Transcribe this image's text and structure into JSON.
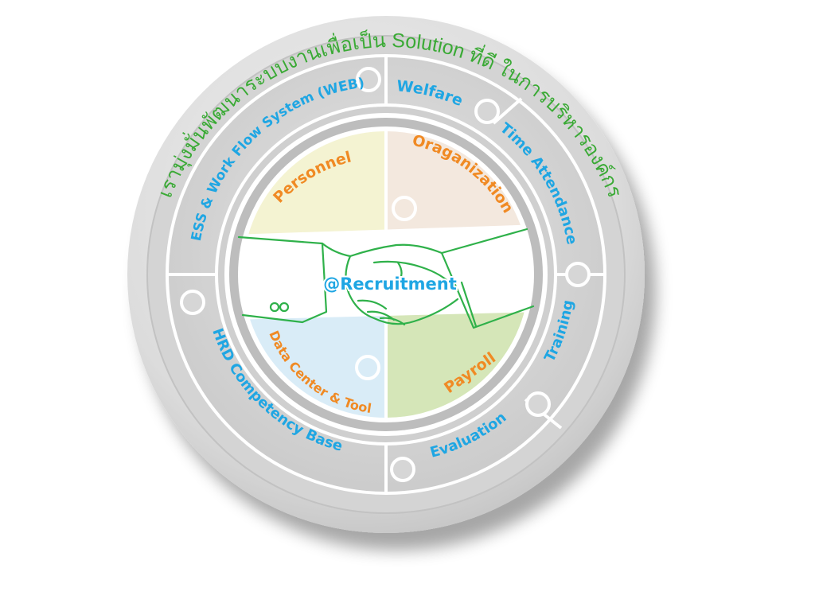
{
  "tagline": "เรามุ่งมั่นพัฒนาระบบงานเพื่อเป็น Solution ที่ดี ในการบริหารองค์กร",
  "outer_ring_items": [
    "Welfare",
    "Time Attendance",
    "Training",
    "Evaluation",
    "HRD Competency Base",
    "ESS & Work Flow System (WEB)"
  ],
  "inner_modules": {
    "top_left": "Personnel",
    "top_right": "Oraganization",
    "bottom_left": "Data Center & Tool",
    "bottom_right": "Payroll",
    "center": "@Recruitment"
  },
  "colors": {
    "outer_ring_text": "#1fa6e3",
    "module_text": "#f08a24",
    "tagline_text": "#3aaa35",
    "handshake_line": "#2fb14a",
    "quadrant_top_left": "#f4f3d2",
    "quadrant_top_right": "#f3e8de",
    "quadrant_bottom_left": "#d9ecf7",
    "quadrant_bottom_right": "#d5e6b8"
  },
  "icons": [
    "handshake-icon"
  ]
}
